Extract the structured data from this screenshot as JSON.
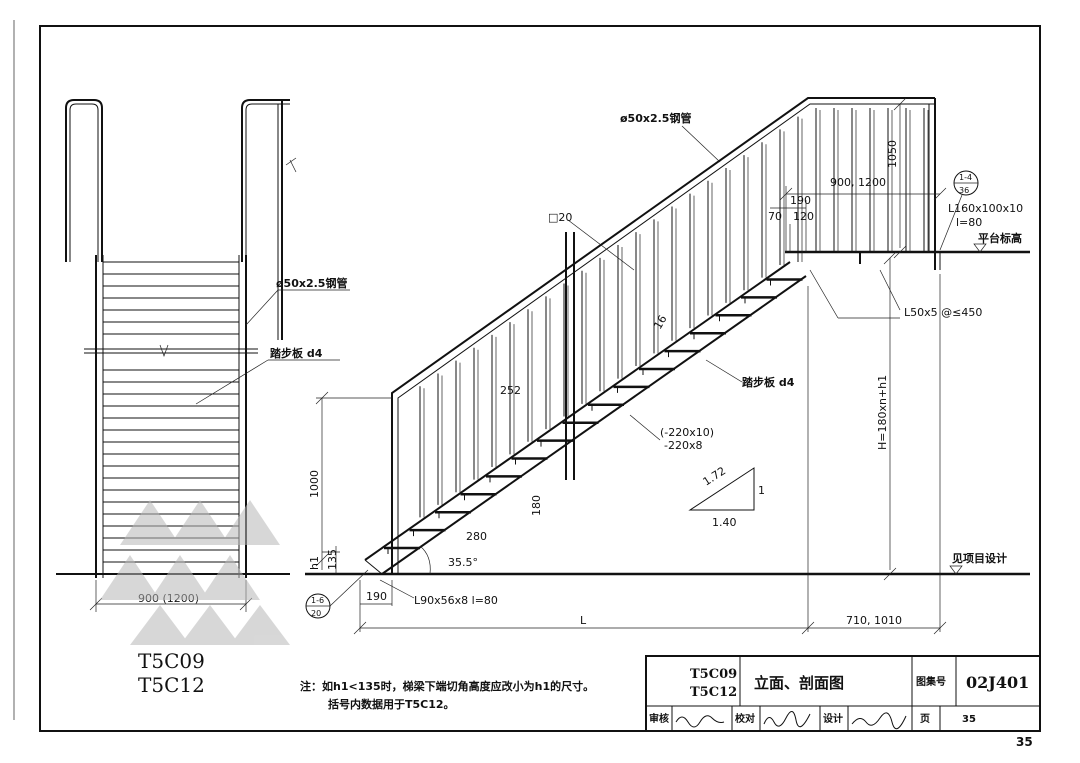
{
  "labels": {
    "tube_right": "ø50x2.5钢管",
    "tube_left": "ø50x2.5钢管",
    "tread_right": "踏步板 d4",
    "tread_left": "踏步板 d4",
    "post_size": "□20",
    "width_900": "900 (1200)",
    "step_pitch": "252",
    "tread_depth": "280",
    "riser": "180",
    "rail_h": "1000",
    "h1": "h1",
    "start_h": "135",
    "angle": "35.5°",
    "base_len": "190",
    "angle_base": "L90x56x8  l=80",
    "span_l": "L",
    "end_len": "710, 1010",
    "height_h": "H=180xn+h1",
    "ground": "见项目设计",
    "platform": "平台标高",
    "top_angle": "L160x100x10",
    "top_l": "l=80",
    "l50": "L50x5 @≤450",
    "plat_width": "900, 1200",
    "top_rail_h": "1050",
    "d190": "190",
    "d70": "70",
    "d120": "120",
    "stringer_1": "(-220x10)",
    "stringer_2": "-220x8",
    "slope_1": "1.72",
    "slope_2": "1",
    "slope_3": "1.40",
    "marker_top_1": "1-4",
    "marker_top_2": "36",
    "marker_bot_1": "1-6",
    "marker_bot_2": "20",
    "tread_thk": "16"
  },
  "codes": {
    "line1": "T5C09",
    "line2": "T5C12"
  },
  "note": {
    "line1": "注：如h1<135时，梯梁下端切角高度应改小为h1的尺寸。",
    "line2": "括号内数据用于T5C12。"
  },
  "title_block": {
    "code1": "T5C09",
    "code2": "T5C12",
    "title": "立面、剖面图",
    "atlas_label": "图集号",
    "atlas_no": "02J401",
    "review": "审核",
    "check": "校对",
    "design": "设计",
    "page_label": "页",
    "page_no": "35"
  },
  "page_number": "35"
}
